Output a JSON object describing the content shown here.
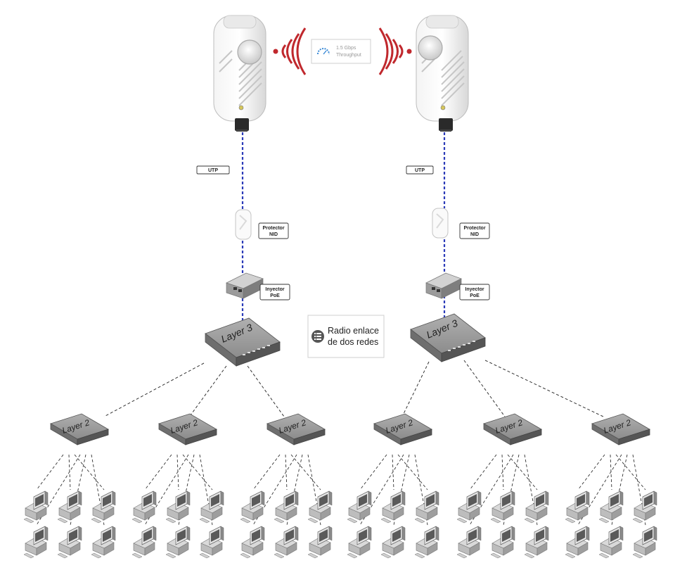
{
  "link_badge": {
    "line1": "1.5 Gbps",
    "line2": "Throughput"
  },
  "title_box": {
    "line1": "Radio enlace",
    "line2": "de dos redes",
    "icon": "list-icon"
  },
  "sites": [
    {
      "cable_label": "UTP",
      "protector": {
        "line1": "Protector",
        "line2": "NID"
      },
      "injector": {
        "line1": "Inyector",
        "line2": "PoE"
      },
      "core_switch": "Layer 3",
      "access_switches": [
        "Layer 2",
        "Layer 2",
        "Layer 2"
      ]
    },
    {
      "cable_label": "UTP",
      "protector": {
        "line1": "Protector",
        "line2": "NID"
      },
      "injector": {
        "line1": "Inyector",
        "line2": "PoE"
      },
      "core_switch": "Layer 3",
      "access_switches": [
        "Layer 2",
        "Layer 2",
        "Layer 2"
      ]
    }
  ],
  "colors": {
    "cable": "#2b3bb8",
    "signal": "#c0282d",
    "switch_top": "#9a9a9a",
    "switch_side": "#5c5c5c"
  }
}
